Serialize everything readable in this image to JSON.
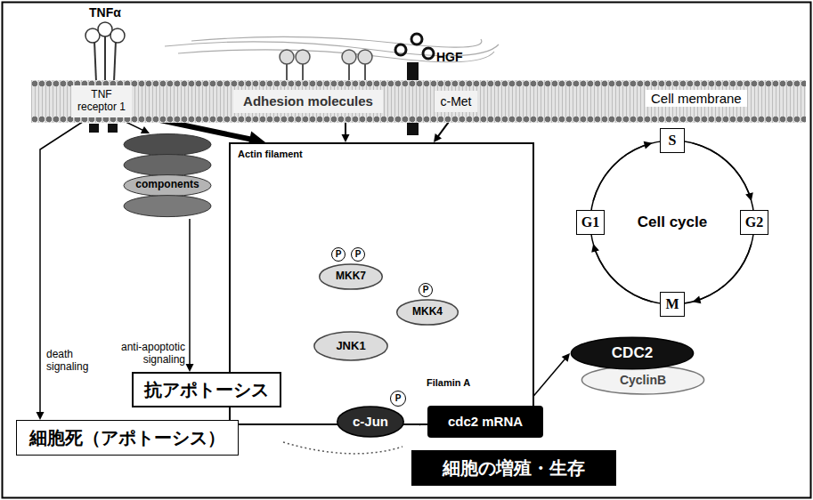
{
  "diagram": {
    "nodes": [
      {
        "text": [
          "Cell membrane"
        ]
      },
      {
        "text": [
          "TNF receptor 1"
        ],
        "in": 0
      },
      {
        "text": [
          "Adhesion molecules"
        ],
        "in": 0
      },
      {
        "text": [
          "c-Met"
        ],
        "in": 0
      },
      {
        "text": [
          "components"
        ]
      },
      {
        "text": [
          "Actin filament",
          "Filamin A"
        ]
      },
      {
        "text": [
          "MKK7"
        ],
        "in": 5
      },
      {
        "text": [
          "MKK4"
        ],
        "in": 5
      },
      {
        "text": [
          "JNK1"
        ],
        "in": 5
      },
      {
        "text": [
          "c-Jun"
        ]
      },
      {
        "text": [
          "cdc2 mRNA"
        ]
      },
      {
        "text": [
          "CDC2"
        ]
      },
      {
        "text": [
          "CyclinB"
        ]
      },
      {
        "text": [
          "Cell cycle"
        ]
      },
      {
        "text": [
          "S"
        ],
        "in": 13
      },
      {
        "text": [
          "G2"
        ],
        "in": 13
      },
      {
        "text": [
          "M"
        ],
        "in": 13
      },
      {
        "text": [
          "G1"
        ],
        "in": 13
      },
      {
        "text": [
          "抗アポトーシス"
        ]
      },
      {
        "text": [
          "細胞死（アポトーシス）"
        ]
      },
      {
        "text": [
          "細胞の増殖・生存"
        ]
      }
    ],
    "edges": [
      {
        "from": 1,
        "to": 4,
        "arrow": "to"
      },
      {
        "from": 1,
        "to": 19,
        "label": "death signaling",
        "arrow": "to"
      },
      {
        "from": 4,
        "to": 18,
        "label": "anti-apoptotic signaling",
        "arrow": "to"
      },
      {
        "from": 1,
        "to": 5,
        "arrow": "to"
      },
      {
        "from": 2,
        "to": 5,
        "arrow": "to"
      },
      {
        "from": 3,
        "to": 5,
        "arrow": "to"
      },
      {
        "from": 8,
        "to": 9,
        "arrow": "to"
      },
      {
        "from": 9,
        "to": 10,
        "arrow": "to"
      },
      {
        "from": 10,
        "to": 11,
        "arrow": "to"
      },
      {
        "from": 14,
        "to": 15,
        "arrow": "to"
      },
      {
        "from": 15,
        "to": 16,
        "arrow": "to"
      },
      {
        "from": 16,
        "to": 17,
        "arrow": "to"
      },
      {
        "from": 17,
        "to": 14,
        "arrow": "to"
      }
    ],
    "labels": [
      "TNFα",
      "HGF",
      "P",
      "P",
      "P",
      "P"
    ]
  }
}
